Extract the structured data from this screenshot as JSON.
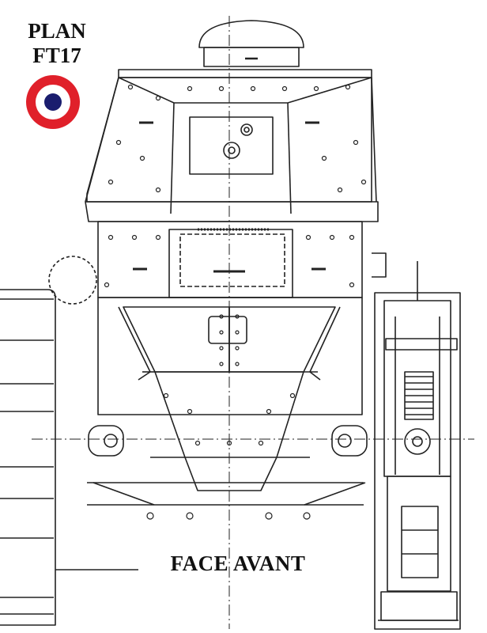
{
  "header": {
    "line1": "PLAN",
    "line2": "FT17"
  },
  "caption": "FACE AVANT",
  "roundel": {
    "outer_color": "#e0202a",
    "middle_color": "#ffffff",
    "inner_color": "#1a1d6e"
  },
  "drawing": {
    "line_color": "#222222",
    "subject": "Renault FT17 tank front elevation"
  }
}
